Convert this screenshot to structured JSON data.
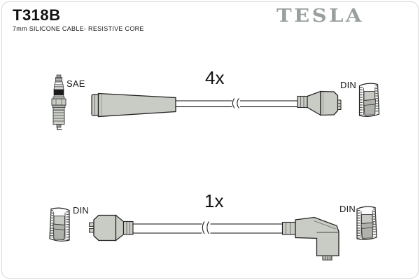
{
  "header": {
    "part_number": "T318B",
    "subtitle": "7mm SILICONE CABLE- RESISTIVE CORE",
    "brand": "TESLA"
  },
  "colors": {
    "boot_fill": "#c8ccc4",
    "boot_fill_dark": "#b0b4ac",
    "metal_gray": "#b8bcb4",
    "logo_gray": "#9aa0a0",
    "outline": "#1e1e1e",
    "frame": "#d6d6d6"
  },
  "icons": [
    "spark-plug-icon",
    "straight-boot-icon",
    "distributor-boot-icon",
    "elbow-boot-icon",
    "din-terminal-icon",
    "cable-break-icon"
  ],
  "diagram": {
    "cables": [
      {
        "quantity": "4x",
        "left_label": "SAE",
        "right_label": "DIN"
      },
      {
        "quantity": "1x",
        "left_label": "DIN",
        "right_label": "DIN"
      }
    ]
  }
}
